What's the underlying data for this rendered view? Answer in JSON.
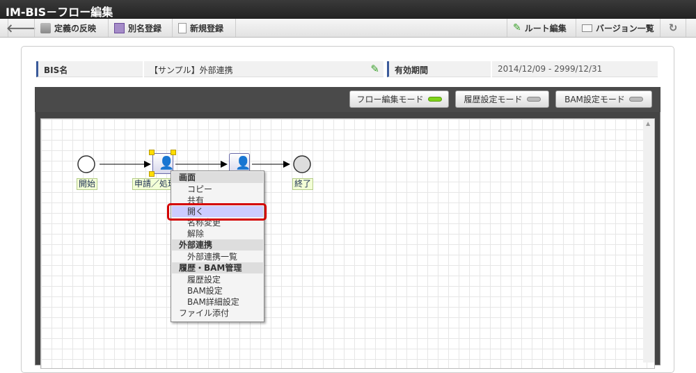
{
  "title": "IM-BIS－フロー編集",
  "toolbar": {
    "back": "back",
    "reflect": "定義の反映",
    "alias": "別名登録",
    "new": "新規登録",
    "route_edit": "ルート編集",
    "versions": "バージョン一覧"
  },
  "info": {
    "bis_name_label": "BIS名",
    "bis_name_value": "【サンプル】外部連携",
    "period_label": "有効期間",
    "period_value": "2014/12/09 - 2999/12/31"
  },
  "modes": [
    {
      "label": "フロー編集モード",
      "active": true
    },
    {
      "label": "履歴設定モード",
      "active": false
    },
    {
      "label": "BAM設定モード",
      "active": false
    }
  ],
  "nodes": {
    "start": "開始",
    "task1": "申請／処理",
    "end": "終了"
  },
  "context_menu": {
    "h1": "画面",
    "copy": "コピー",
    "share": "共有",
    "open": "開く",
    "rename": "名称変更",
    "release": "解除",
    "h2": "外部連携",
    "ext_list": "外部連携一覧",
    "h3": "履歴・BAM管理",
    "history": "履歴設定",
    "bam": "BAM設定",
    "bam_detail": "BAM詳細設定",
    "attach": "ファイル添付"
  }
}
